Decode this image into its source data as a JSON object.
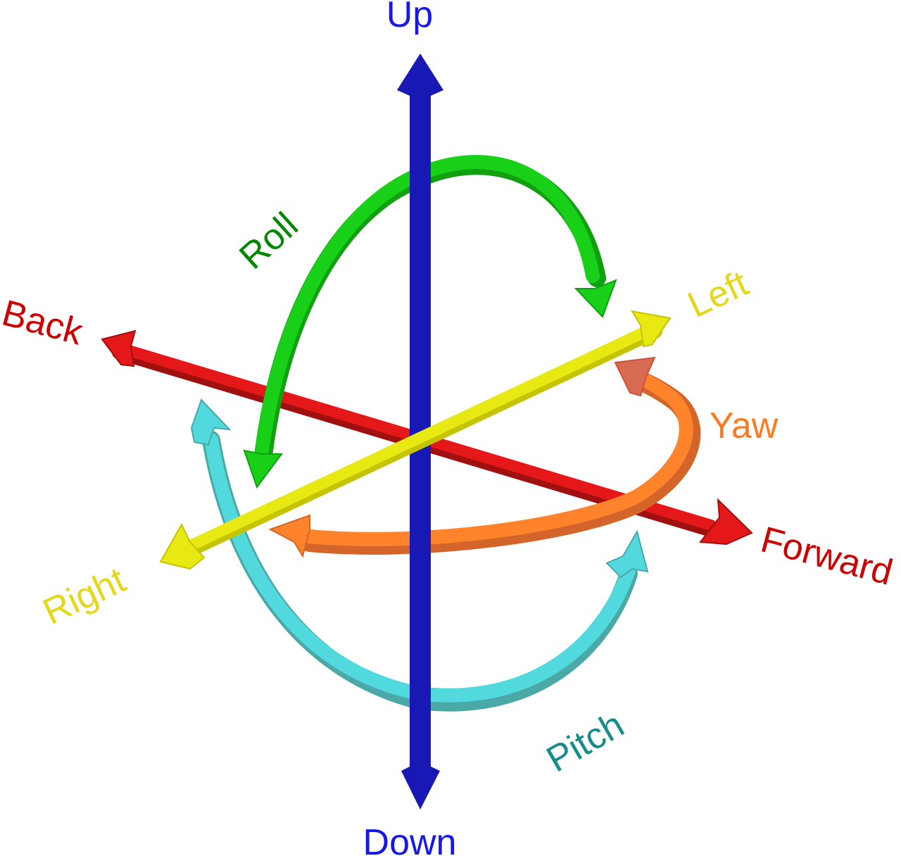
{
  "labels": {
    "up": "Up",
    "down": "Down",
    "back": "Back",
    "forward": "Forward",
    "left": "Left",
    "right": "Right",
    "roll": "Roll",
    "yaw": "Yaw",
    "pitch": "Pitch"
  },
  "colors": {
    "up_down_axis": "#1818b4",
    "back_forward_axis": "#e41818",
    "left_right_axis": "#e8e812",
    "roll_arc": "#18d018",
    "yaw_arc": "#ff832a",
    "pitch_arc": "#52d9dd",
    "up_down_text": "#1717e6",
    "back_forward_text": "#cc0000",
    "left_right_text": "#e3d81a",
    "roll_text": "#008800",
    "yaw_text": "#ff7a1f",
    "pitch_text": "#178c8c"
  }
}
